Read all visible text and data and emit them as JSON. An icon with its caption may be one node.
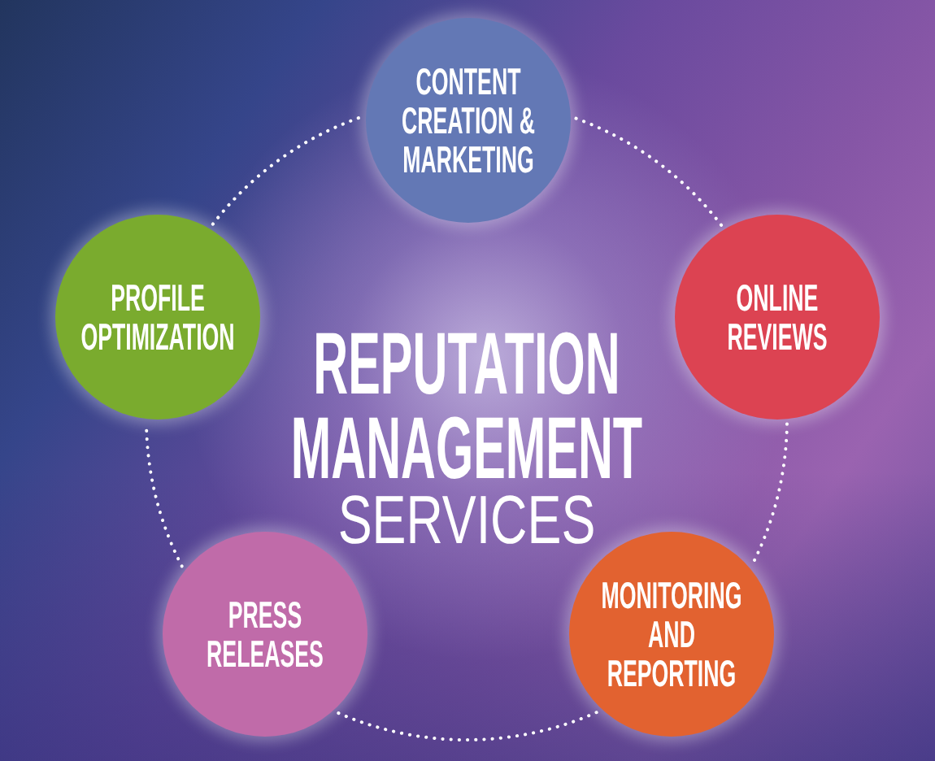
{
  "diagram": {
    "title": "REPUTATION MANAGEMENT SERVICES",
    "nodes": [
      {
        "text": [
          "CONTENT CREATION & MARKETING"
        ]
      },
      {
        "text": [
          "PROFILE OPTIMIZATION"
        ]
      },
      {
        "text": [
          "ONLINE REVIEWS"
        ]
      },
      {
        "text": [
          "PRESS RELEASES"
        ]
      },
      {
        "text": [
          "MONITORING AND REPORTING"
        ]
      }
    ],
    "edges": [
      {
        "from": 0,
        "to": 2,
        "arrow": "none"
      },
      {
        "from": 2,
        "to": 4,
        "arrow": "none"
      },
      {
        "from": 4,
        "to": 3,
        "arrow": "none"
      },
      {
        "from": 3,
        "to": 1,
        "arrow": "none"
      },
      {
        "from": 1,
        "to": 0,
        "arrow": "none"
      }
    ]
  }
}
